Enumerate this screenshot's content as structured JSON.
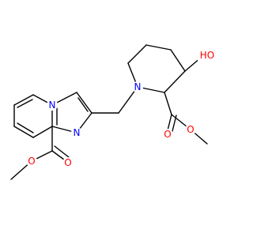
{
  "molecule": {
    "atoms": [
      {
        "id": "N_bridge",
        "label": "N",
        "color": "#0000ff"
      },
      {
        "id": "N_imine",
        "label": "N",
        "color": "#0000ff"
      },
      {
        "id": "N_pip",
        "label": "N",
        "color": "#0000ff"
      },
      {
        "id": "O_hydroxyl",
        "label": "HO",
        "color": "#ff0000"
      },
      {
        "id": "O_carbonyl_left",
        "label": "O",
        "color": "#ff0000"
      },
      {
        "id": "O_ester_left",
        "label": "O",
        "color": "#ff0000"
      },
      {
        "id": "O_carbonyl_right",
        "label": "O",
        "color": "#ff0000"
      },
      {
        "id": "O_ester_right",
        "label": "O",
        "color": "#ff0000"
      }
    ]
  }
}
